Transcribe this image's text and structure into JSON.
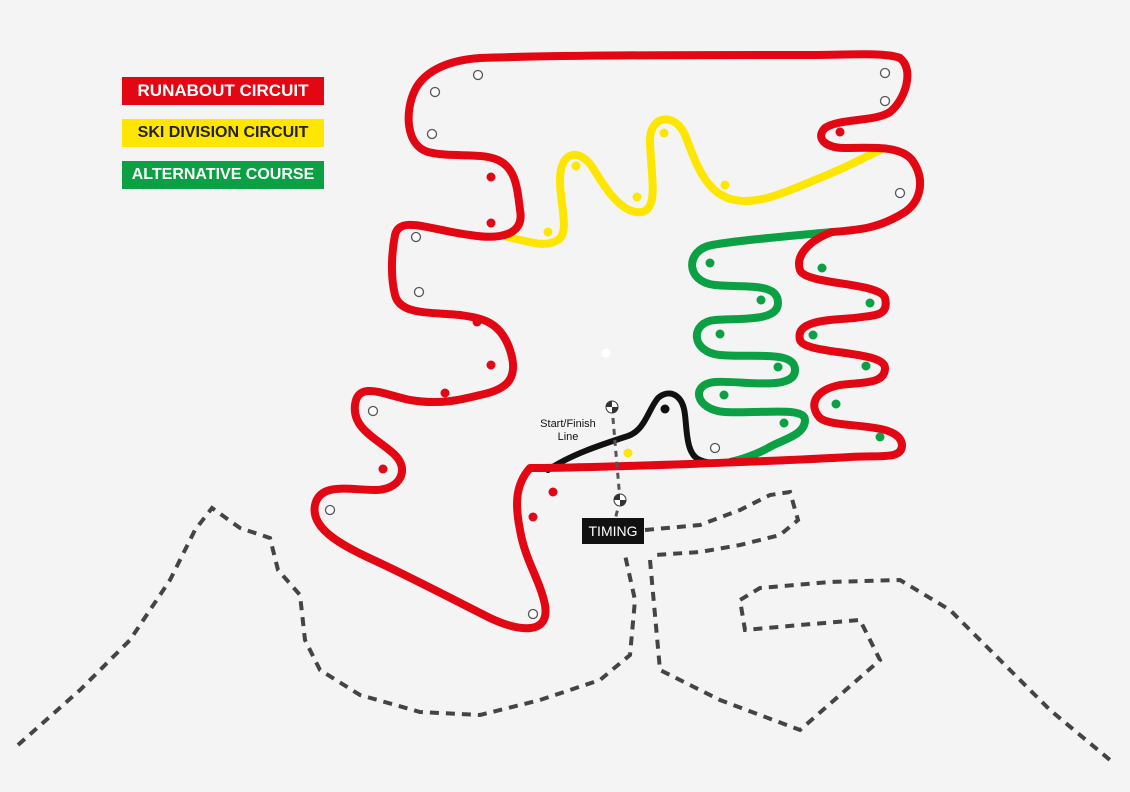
{
  "legend": {
    "runabout": "RUNABOUT CIRCUIT",
    "ski": "SKI DIVISION CIRCUIT",
    "alternative": "ALTERNATIVE COURSE"
  },
  "labels": {
    "start_line1": "Start/Finish",
    "start_line2": "Line",
    "timing": "TIMING"
  },
  "colors": {
    "runabout": "#e30613",
    "ski": "#ffe600",
    "alternative": "#0aa043",
    "connector": "#111111",
    "background": "#f4f4f4"
  },
  "icons": {
    "buoy_white": "white-buoy-icon",
    "buoy_red": "red-buoy-icon",
    "buoy_green": "green-buoy-icon",
    "buoy_yellow": "yellow-buoy-icon",
    "checkered": "checkered-flag-icon"
  }
}
